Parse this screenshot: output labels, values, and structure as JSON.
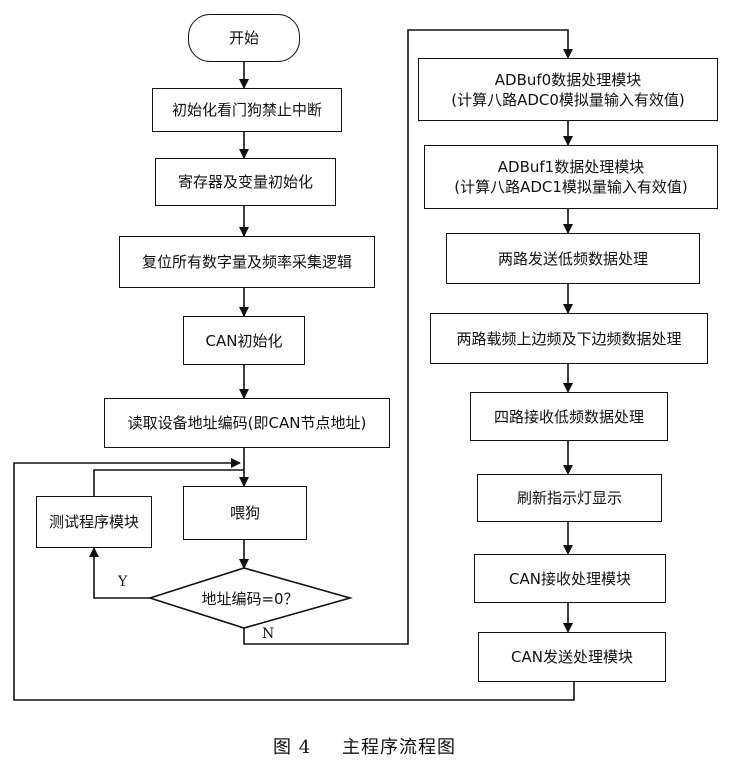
{
  "flowchart": {
    "start": "开始",
    "left_steps": [
      "初始化看门狗禁止中断",
      "寄存器及变量初始化",
      "复位所有数字量及频率采集逻辑",
      "CAN初始化",
      "读取设备地址编码(即CAN节点地址)"
    ],
    "feed_dog": "喂狗",
    "test_module": "测试程序模块",
    "decision": "地址编码=0？",
    "label_yes": "Y",
    "label_no": "N",
    "right_steps": [
      {
        "line1": "ADBuf0数据处理模块",
        "line2": "(计算八路ADC0模拟量输入有效值)"
      },
      {
        "line1": "ADBuf1数据处理模块",
        "line2": "(计算八路ADC1模拟量输入有效值)"
      },
      {
        "line1": "两路发送低频数据处理",
        "line2": ""
      },
      {
        "line1": "两路载频上边频及下边频数据处理",
        "line2": ""
      },
      {
        "line1": "四路接收低频数据处理",
        "line2": ""
      },
      {
        "line1": "刷新指示灯显示",
        "line2": ""
      },
      {
        "line1": "CAN接收处理模块",
        "line2": ""
      },
      {
        "line1": "CAN发送处理模块",
        "line2": ""
      }
    ]
  },
  "caption": {
    "figure_no": "图 4",
    "title": "主程序流程图"
  }
}
